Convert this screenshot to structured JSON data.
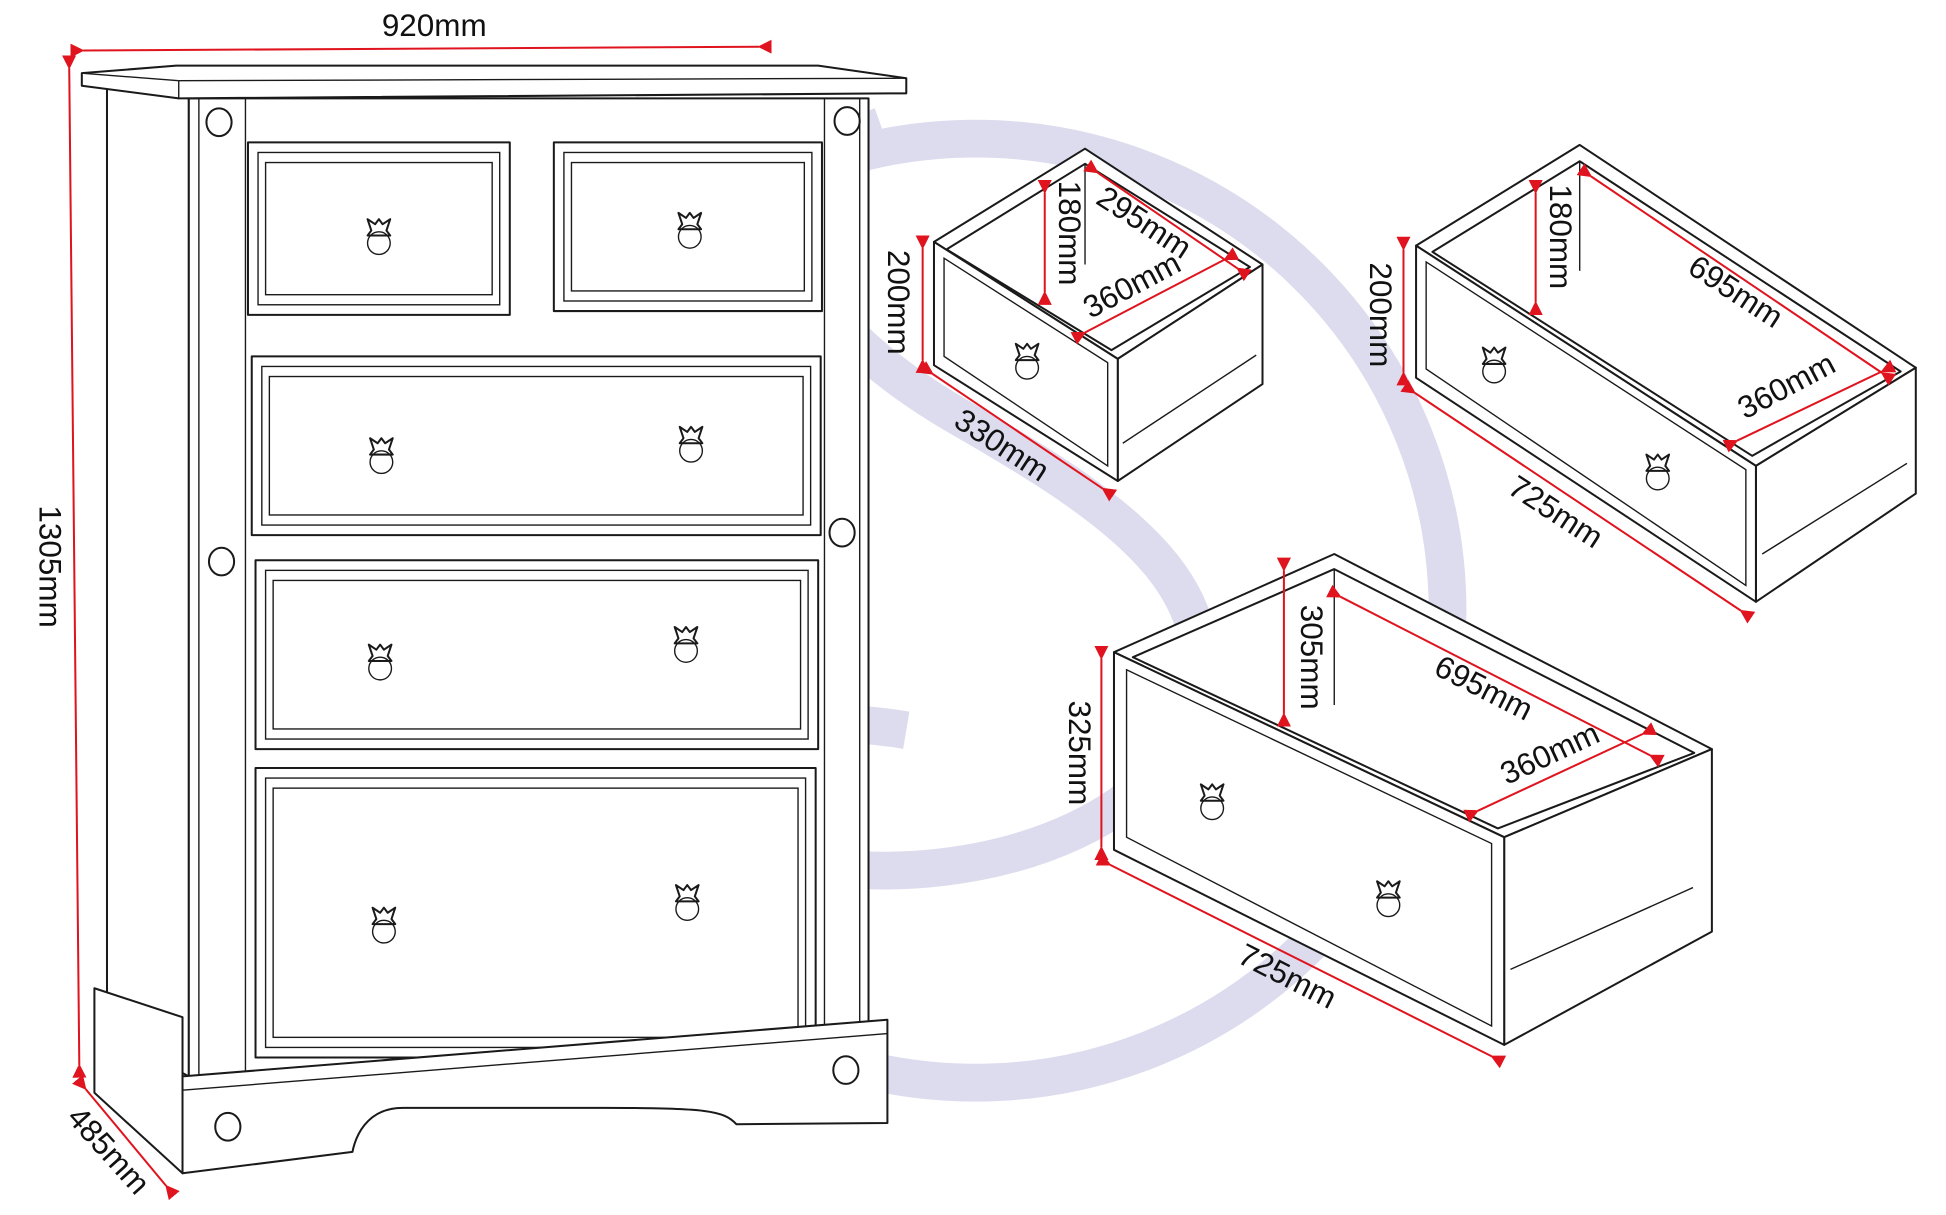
{
  "watermark_color": "#dcdcee",
  "dimension_color": "#e0141e",
  "chest": {
    "width": "920mm",
    "height": "1305mm",
    "depth": "485mm"
  },
  "small_drawer": {
    "front_height": "200mm",
    "inner_height": "180mm",
    "inner_width": "295mm",
    "inner_depth": "360mm",
    "front_width": "330mm"
  },
  "wide_drawer": {
    "front_height": "200mm",
    "inner_height": "180mm",
    "inner_width": "695mm",
    "inner_depth": "360mm",
    "front_width": "725mm"
  },
  "deep_drawer": {
    "front_height": "325mm",
    "inner_height": "305mm",
    "inner_width": "695mm",
    "inner_depth": "360mm",
    "front_width": "725mm"
  }
}
